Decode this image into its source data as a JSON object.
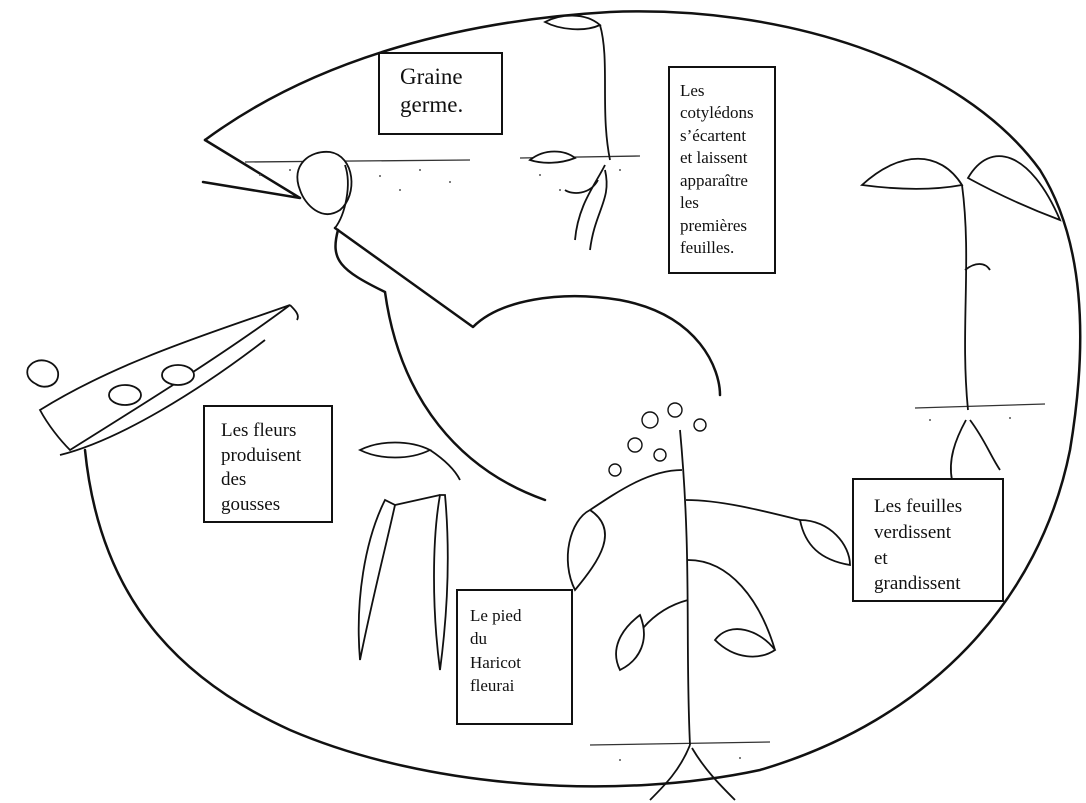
{
  "diagram": {
    "labels": {
      "graine": "Graine\ngerme.",
      "cotyledons": "Les\ncotylédons\ns’écartent\net laissent\napparaître\nles\npremières\nfeuilles.",
      "fleurs": "Les fleurs\nproduisent\ndes\ngousses",
      "pied": "Le pied\ndu\nHaricot\nfleurai",
      "feuilles": "Les feuilles\nverdissent\net\ngrandissent"
    }
  }
}
